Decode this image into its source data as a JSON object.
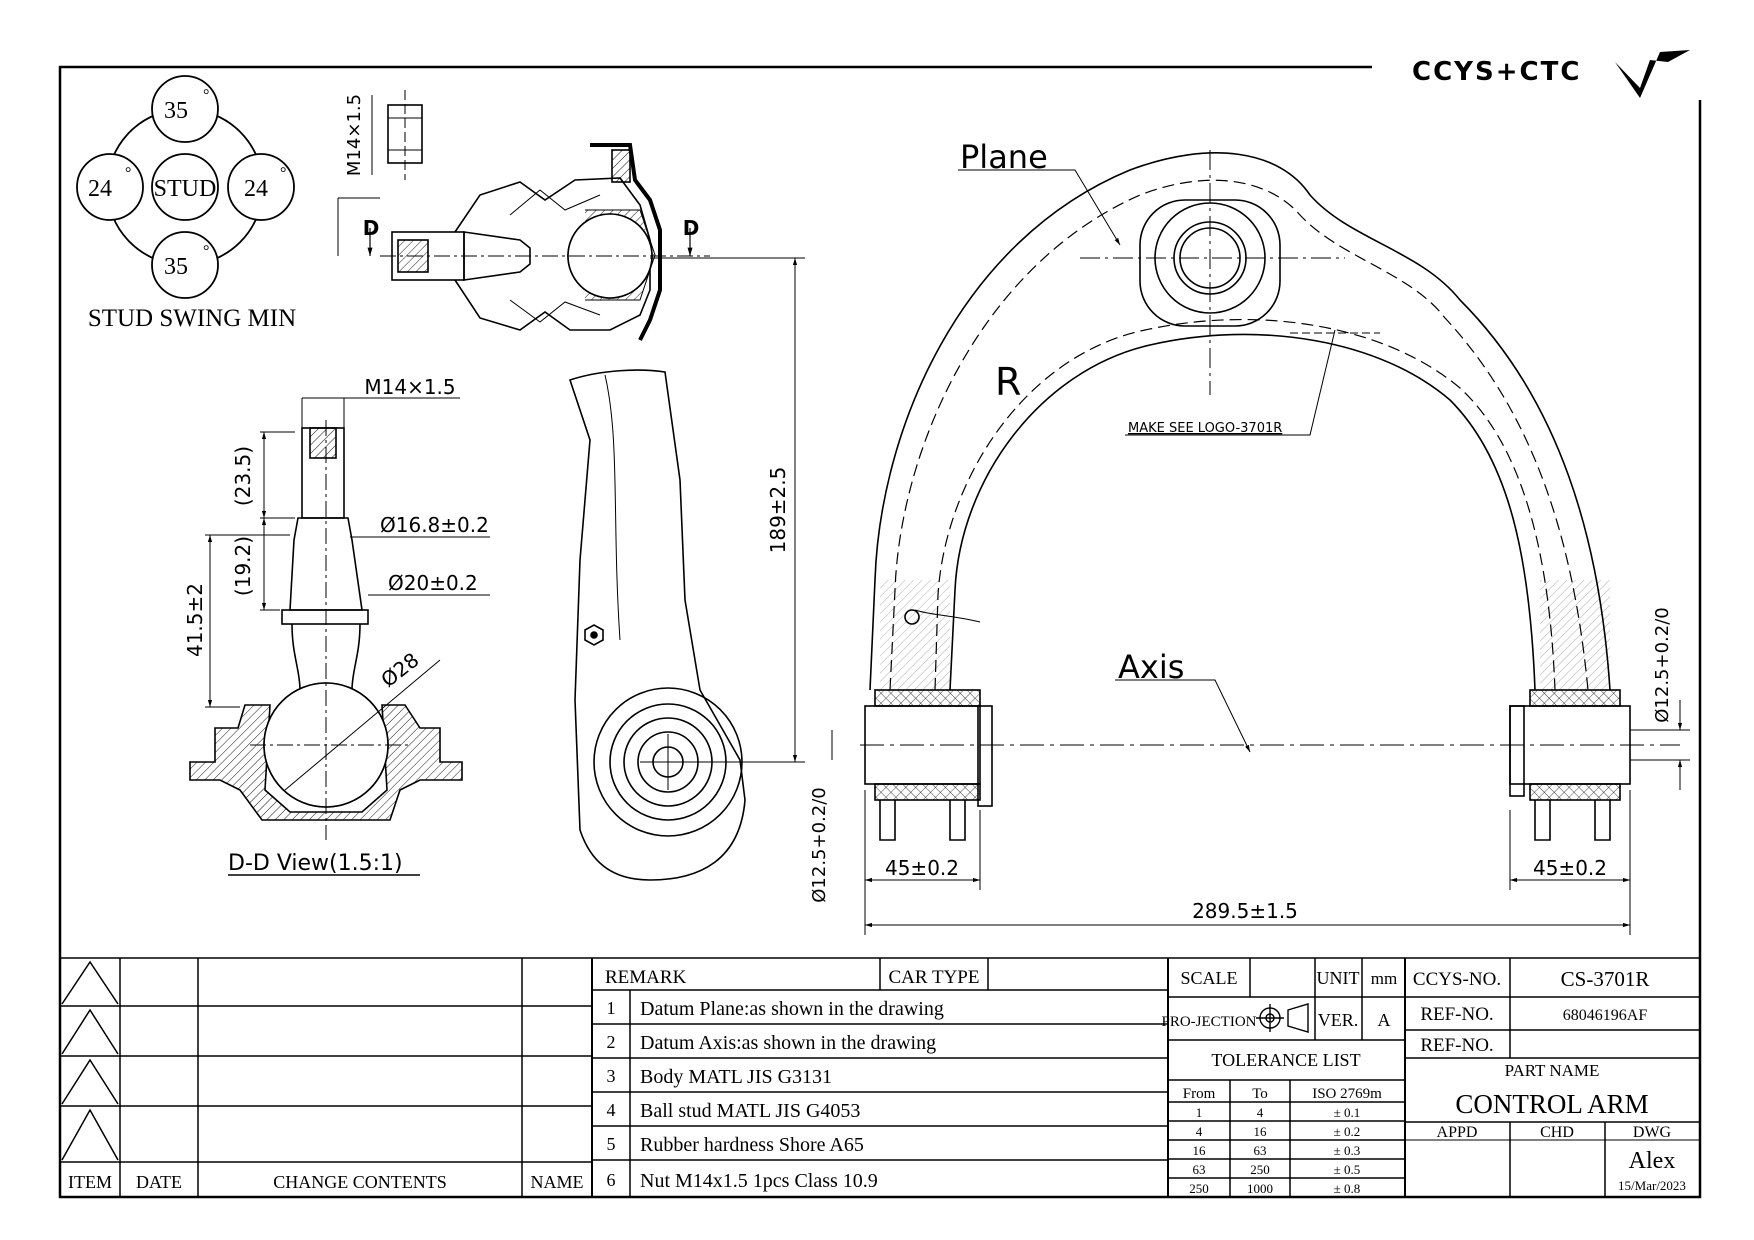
{
  "logo": {
    "text": "CCYS+CTC"
  },
  "stud_swing": {
    "title": "STUD SWING MIN",
    "center": "STUD",
    "top": "35",
    "bottom": "35",
    "left": "24",
    "right": "24",
    "degree": "°"
  },
  "section_view": {
    "title": "D-D View(1.5:1)",
    "dims": {
      "thread": "M14×1.5",
      "len_a": "(23.5)",
      "len_b": "(19.2)",
      "len_total": "41.5±2",
      "dia_a": "Ø16.8±0.2",
      "dia_b": "Ø20±0.2",
      "ball": "Ø28"
    }
  },
  "side_view": {
    "thread": "M14×1.5",
    "cut_mark": "D",
    "height": "189±2.5",
    "bush_dia": "Ø12.5+0.2/0"
  },
  "plan_view": {
    "plane_label": "Plane",
    "axis_label": "Axis",
    "side_mark": "R",
    "logo_note": "MAKE SEE LOGO-3701R",
    "width_left": "45±0.2",
    "width_right": "45±0.2",
    "overall": "289.5±1.5",
    "bush_dia": "Ø12.5+0.2/0"
  },
  "revision_table": {
    "headers": [
      "ITEM",
      "DATE",
      "CHANGE CONTENTS",
      "NAME"
    ]
  },
  "remarks": {
    "header": "REMARK",
    "car_type": "CAR TYPE",
    "items": [
      {
        "no": "1",
        "text": "Datum Plane:as shown in the drawing"
      },
      {
        "no": "2",
        "text": "Datum Axis:as shown in the drawing"
      },
      {
        "no": "3",
        "text": "Body MATL JIS G3131"
      },
      {
        "no": "4",
        "text": "Ball stud MATL JIS G4053"
      },
      {
        "no": "5",
        "text": "Rubber hardness Shore A65"
      },
      {
        "no": "6",
        "text": "Nut M14x1.5 1pcs Class 10.9"
      }
    ]
  },
  "tolerance": {
    "scale": "SCALE",
    "unit": "UNIT",
    "unit_val": "mm",
    "projection": "PRO-JECTION",
    "ver": "VER.",
    "ver_val": "A",
    "title": "TOLERANCE LIST",
    "col_from": "From",
    "col_to": "To",
    "col_iso": "ISO 2769m",
    "rows": [
      {
        "from": "1",
        "to": "4",
        "tol": "± 0.1"
      },
      {
        "from": "4",
        "to": "16",
        "tol": "± 0.2"
      },
      {
        "from": "16",
        "to": "63",
        "tol": "± 0.3"
      },
      {
        "from": "63",
        "to": "250",
        "tol": "± 0.5"
      },
      {
        "from": "250",
        "to": "1000",
        "tol": "± 0.8"
      }
    ]
  },
  "title_block": {
    "ccys_label": "CCYS-NO.",
    "ccys_no": "CS-3701R",
    "ref_label": "REF-NO.",
    "ref_no": "68046196AF",
    "ref_label2": "REF-NO.",
    "ref_no2": "",
    "part_name_label": "PART NAME",
    "part_name": "CONTROL ARM",
    "appd": "APPD",
    "chd": "CHD",
    "dwg": "DWG",
    "drawn_by": "Alex",
    "date": "15/Mar/2023"
  }
}
